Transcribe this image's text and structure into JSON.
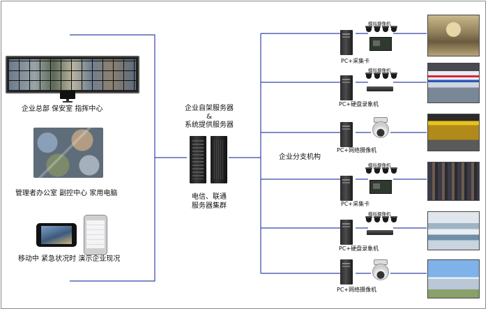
{
  "diagram": {
    "left_groups": [
      {
        "label": "企业总部  保安室 指挥中心"
      },
      {
        "label": "管理者办公室  副控中心  家用电脑"
      },
      {
        "label": "移动中  紧急状况时  演示企业现况"
      }
    ],
    "center": {
      "top_line1": "企业自架服务器",
      "top_line2": "&",
      "top_line3": "系统提供服务器",
      "bottom_line1": "电信、联通",
      "bottom_line2": "服务器集群"
    },
    "branch_label": "企业分支机构",
    "branches": [
      {
        "pc_label": "PC+采集卡",
        "camera_label": "模拟摄像机",
        "device": "capture-card"
      },
      {
        "pc_label": "PC+硬盘录象机",
        "camera_label": "模拟摄像机",
        "device": "dvr"
      },
      {
        "pc_label": "PC+网络摄像机",
        "camera_label": "",
        "device": "ptz"
      },
      {
        "pc_label": "PC+采集卡",
        "camera_label": "模拟摄像机",
        "device": "capture-card"
      },
      {
        "pc_label": "PC+硬盘录象机",
        "camera_label": "模拟摄像机",
        "device": "dvr"
      },
      {
        "pc_label": "PC+网络摄像机",
        "camera_label": "",
        "device": "ptz"
      }
    ],
    "colors": {
      "line": "#3344aa",
      "device": "#222222"
    }
  }
}
